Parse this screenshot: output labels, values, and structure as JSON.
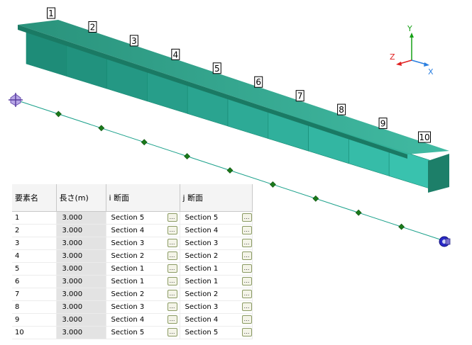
{
  "viewport": {
    "element_labels": [
      "1",
      "2",
      "3",
      "4",
      "5",
      "6",
      "7",
      "8",
      "9",
      "10"
    ],
    "axes": {
      "y": "Y",
      "z": "Z",
      "x": "X"
    }
  },
  "table": {
    "columns": [
      "要素名",
      "長さ(m)",
      "i 断面",
      "j 断面"
    ],
    "rows": [
      {
        "name": "1",
        "length": "3.000",
        "i": "Section 5",
        "j": "Section 5"
      },
      {
        "name": "2",
        "length": "3.000",
        "i": "Section 4",
        "j": "Section 4"
      },
      {
        "name": "3",
        "length": "3.000",
        "i": "Section 3",
        "j": "Section 3"
      },
      {
        "name": "4",
        "length": "3.000",
        "i": "Section 2",
        "j": "Section 2"
      },
      {
        "name": "5",
        "length": "3.000",
        "i": "Section 1",
        "j": "Section 1"
      },
      {
        "name": "6",
        "length": "3.000",
        "i": "Section 1",
        "j": "Section 1"
      },
      {
        "name": "7",
        "length": "3.000",
        "i": "Section 2",
        "j": "Section 2"
      },
      {
        "name": "8",
        "length": "3.000",
        "i": "Section 3",
        "j": "Section 3"
      },
      {
        "name": "9",
        "length": "3.000",
        "i": "Section 4",
        "j": "Section 4"
      },
      {
        "name": "10",
        "length": "3.000",
        "i": "Section 5",
        "j": "Section 5"
      }
    ],
    "button_glyph": "…"
  }
}
